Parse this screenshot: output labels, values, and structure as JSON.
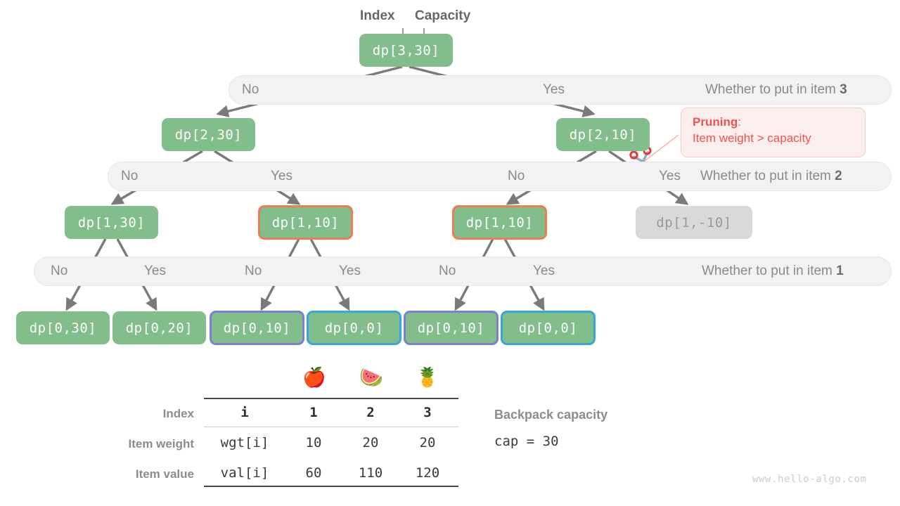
{
  "annotations": {
    "index_label": "Index",
    "capacity_label": "Capacity"
  },
  "tree": {
    "root": {
      "label": "dp[3,30]"
    },
    "level2": [
      {
        "label": "dp[2,30]"
      },
      {
        "label": "dp[2,10]"
      }
    ],
    "level3": [
      {
        "label": "dp[1,30]"
      },
      {
        "label": "dp[1,10]"
      },
      {
        "label": "dp[1,10]"
      },
      {
        "label": "dp[1,-10]"
      }
    ],
    "level4": [
      {
        "label": "dp[0,30]"
      },
      {
        "label": "dp[0,20]"
      },
      {
        "label": "dp[0,10]"
      },
      {
        "label": "dp[0,0]"
      },
      {
        "label": "dp[0,10]"
      },
      {
        "label": "dp[0,0]"
      }
    ]
  },
  "bands": {
    "item3": {
      "no": "No",
      "yes": "Yes",
      "question_prefix": "Whether to put in item ",
      "question_item": "3"
    },
    "item2": {
      "no1": "No",
      "yes1": "Yes",
      "no2": "No",
      "yes2": "Yes",
      "question_prefix": "Whether to put in item ",
      "question_item": "2"
    },
    "item1": {
      "no1": "No",
      "yes1": "Yes",
      "no2": "No",
      "yes2": "Yes",
      "no3": "No",
      "yes3": "Yes",
      "question_prefix": "Whether to put in item ",
      "question_item": "1"
    }
  },
  "pruning": {
    "title": "Pruning",
    "colon": ":",
    "detail": "Item weight > capacity"
  },
  "table": {
    "row_labels": [
      "Index",
      "Item weight",
      "Item value"
    ],
    "emojis": [
      "🍎",
      "🍉",
      "🍍"
    ],
    "columns": [
      "i",
      "1",
      "2",
      "3"
    ],
    "rows": [
      {
        "name": "wgt[i]",
        "values": [
          "10",
          "20",
          "20"
        ]
      },
      {
        "name": "val[i]",
        "values": [
          "60",
          "110",
          "120"
        ]
      }
    ]
  },
  "capacity": {
    "title": "Backpack capacity",
    "value": "cap = 30"
  },
  "watermark": "www.hello-algo.com",
  "colors": {
    "node_green": "#81be8c",
    "node_muted": "#d9d9d9",
    "border_orange": "#ec7f51",
    "border_purple": "#7d7fd4",
    "border_blue": "#39a5dd",
    "band_bg": "#f2f2f2",
    "prune_red": "#ef5350",
    "edge_gray": "#7a7a7a"
  }
}
